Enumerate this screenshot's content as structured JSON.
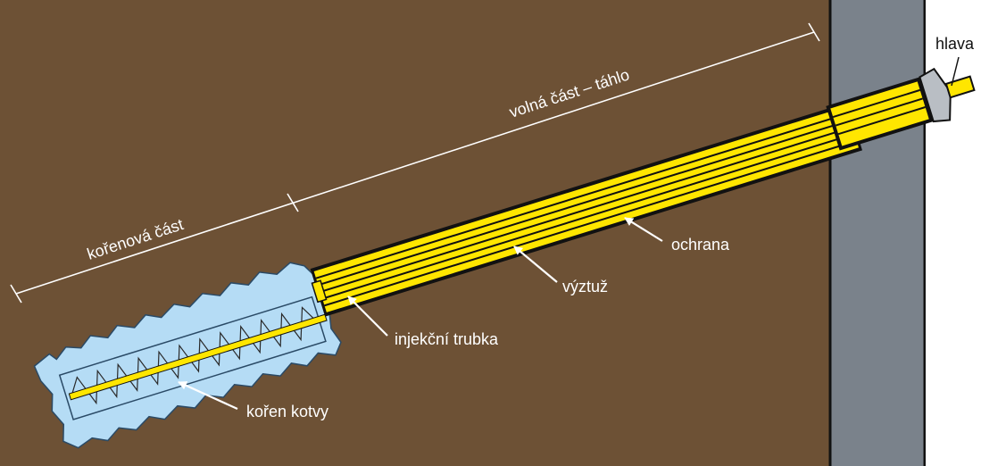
{
  "labels": {
    "root_part": "kořenová část",
    "free_part": "volná část – táhlo",
    "head": "hlava",
    "protection": "ochrana",
    "reinforcement": "výztuž",
    "injection_tube": "injekční trubka",
    "anchor_root": "kořen kotvy"
  },
  "colors": {
    "soil": "#6d5135",
    "wall": "#7a828b",
    "anchor_yellow": "#ffe600",
    "grout": "#b5dcf5",
    "outline": "#111111",
    "label": "#ffffff"
  }
}
